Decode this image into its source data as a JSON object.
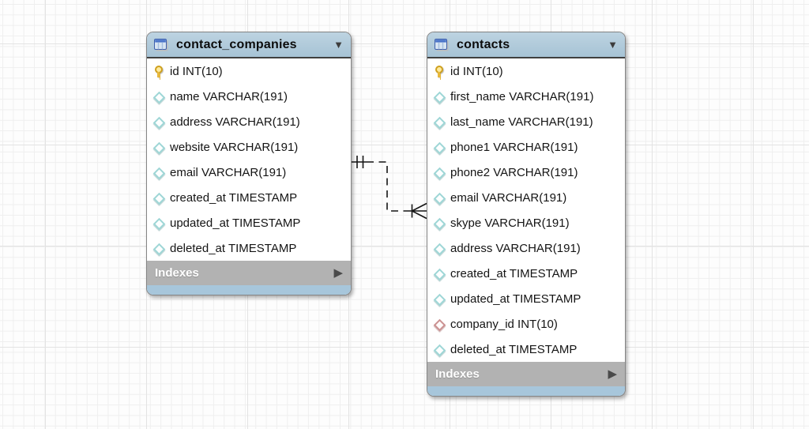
{
  "diagram": {
    "background_color": "#fdfdfd",
    "grid_minor_color": "#efefef",
    "grid_major_color": "#e3e3e3"
  },
  "tables": [
    {
      "title": "contact_companies",
      "indexes_label": "Indexes",
      "columns": [
        {
          "label": "id INT(10)",
          "icon": "primary-key-icon"
        },
        {
          "label": "name VARCHAR(191)",
          "icon": "column-icon"
        },
        {
          "label": "address VARCHAR(191)",
          "icon": "column-icon"
        },
        {
          "label": "website VARCHAR(191)",
          "icon": "column-icon"
        },
        {
          "label": "email VARCHAR(191)",
          "icon": "column-icon"
        },
        {
          "label": "created_at TIMESTAMP",
          "icon": "column-icon"
        },
        {
          "label": "updated_at TIMESTAMP",
          "icon": "column-icon"
        },
        {
          "label": "deleted_at TIMESTAMP",
          "icon": "column-icon"
        }
      ]
    },
    {
      "title": "contacts",
      "indexes_label": "Indexes",
      "columns": [
        {
          "label": "id INT(10)",
          "icon": "primary-key-icon"
        },
        {
          "label": "first_name VARCHAR(191)",
          "icon": "column-icon"
        },
        {
          "label": "last_name VARCHAR(191)",
          "icon": "column-icon"
        },
        {
          "label": "phone1 VARCHAR(191)",
          "icon": "column-icon"
        },
        {
          "label": "phone2 VARCHAR(191)",
          "icon": "column-icon"
        },
        {
          "label": "email VARCHAR(191)",
          "icon": "column-icon"
        },
        {
          "label": "skype VARCHAR(191)",
          "icon": "column-icon"
        },
        {
          "label": "address VARCHAR(191)",
          "icon": "column-icon"
        },
        {
          "label": "created_at TIMESTAMP",
          "icon": "column-icon"
        },
        {
          "label": "updated_at TIMESTAMP",
          "icon": "column-icon"
        },
        {
          "label": "company_id INT(10)",
          "icon": "foreign-key-column-icon"
        },
        {
          "label": "deleted_at TIMESTAMP",
          "icon": "column-icon"
        }
      ]
    }
  ],
  "relationship": {
    "style": "dashed",
    "source_table": "contact_companies",
    "source_cardinality": "one-and-only-one",
    "target_table": "contacts",
    "target_cardinality": "one-or-many"
  },
  "icons": {
    "collapse_glyph": "▼",
    "expand_glyph": "▶"
  },
  "colors": {
    "table_header": "#abc6d7",
    "table_footer": "#a7c6db",
    "indexes_row": "#b2b2b2",
    "primary_key_icon": "#e7b83c",
    "column_icon_border": "#9ed6d6",
    "foreign_key_icon_border": "#cb9191",
    "relationship_line": "#151515"
  }
}
